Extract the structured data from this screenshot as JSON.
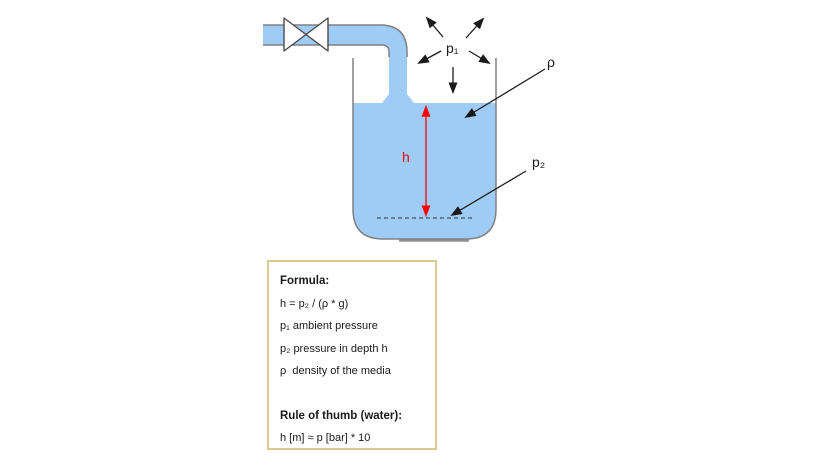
{
  "diagram": {
    "labels": {
      "p1": "p₁",
      "rho": "ρ",
      "p2": "p₂",
      "h": "h"
    },
    "colors": {
      "water": "#9FCCF7",
      "outline": "#808080",
      "valve-outline": "#4A4A4A",
      "arrow": "#1A1A1A",
      "highlight": "#FF0000",
      "box-border": "#D9C98F"
    }
  },
  "formula_box": {
    "title": "Formula:",
    "formula": "h = p₂ / (ρ * g)",
    "line_p1": "p₁ ambient pressure",
    "line_p2": "p₂ pressure in depth h",
    "line_rho": "ρ  density of the media",
    "rule_title": "Rule of thumb (water):",
    "rule": "h [m] ≈ p [bar] * 10"
  }
}
